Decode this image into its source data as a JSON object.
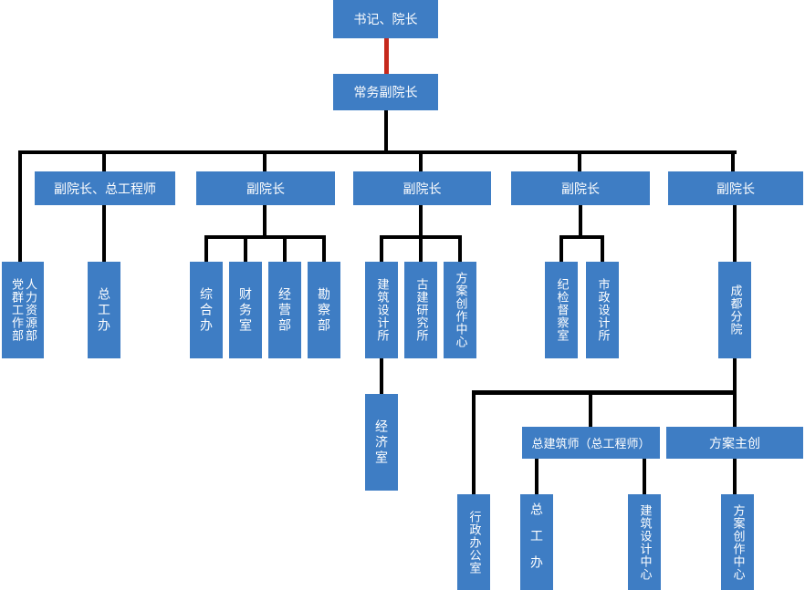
{
  "diagram": {
    "type": "org-chart",
    "colors": {
      "node_fill": "#3E7DC4",
      "node_text": "#FFFFFF",
      "connector": "#000000",
      "connector_red": "#C5281C"
    },
    "nodes": {
      "chairman": "书记、院长",
      "executive_vp": "常务副院长",
      "vp_chief_engineer": "副院长、总工程师",
      "vp2": "副院长",
      "vp3": "副院长",
      "vp4": "副院长",
      "vp5": "副院长",
      "party_mass_dept": "党群工作部",
      "hr_dept": "人力资源部",
      "chief_eng_office": "总工办",
      "general_office": "综合办",
      "finance_office": "财务室",
      "operations_dept": "经营部",
      "survey_dept": "勘察部",
      "arch_design_inst": "建筑设计所",
      "ancient_arch_inst": "古建研究所",
      "scheme_creation_center": "方案创作中心",
      "economics_office": "经济室",
      "discipline_office": "纪检督察室",
      "municipal_design_inst": "市政设计所",
      "chengdu_branch": "成都分院",
      "chief_architect": "总建筑师（总工程师）",
      "scheme_lead": "方案主创",
      "admin_office": "行政办公室",
      "branch_chief_eng_office": "总工办",
      "arch_design_center": "建筑设计中心",
      "branch_scheme_center": "方案创作中心"
    }
  }
}
